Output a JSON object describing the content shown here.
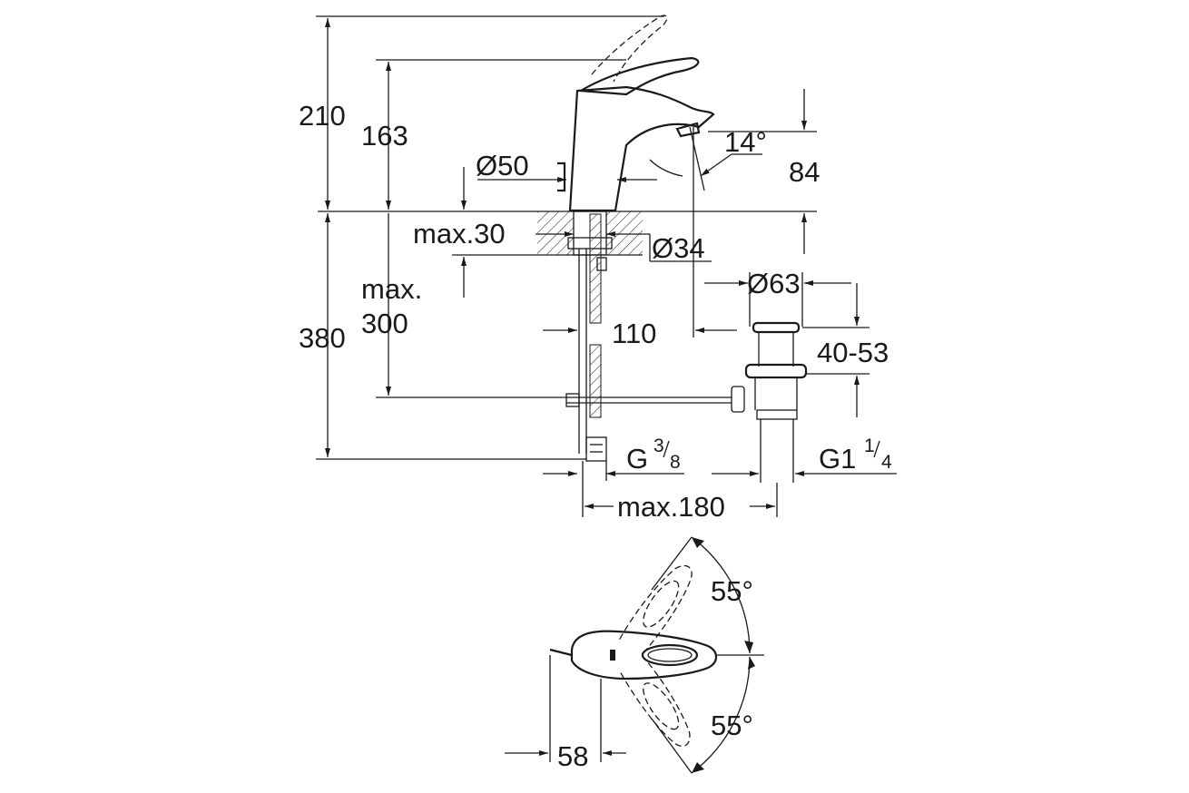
{
  "dimensions": {
    "overall_height": "210",
    "handle_height": "163",
    "base_diameter": "Ø50",
    "spout_angle": "14°",
    "spout_height": "84",
    "deck_thickness": "max.30",
    "hole_diameter": "Ø34",
    "waste_diameter": "Ø63",
    "hose_length_line1": "max.",
    "hose_length_line2": "300",
    "below_deck_height": "380",
    "spout_reach": "110",
    "waste_adjust": "40-53",
    "supply_thread_prefix": "G",
    "supply_thread_num": "3",
    "supply_thread_den": "8",
    "waste_thread_prefix": "G1",
    "waste_thread_num": "1",
    "waste_thread_den": "4",
    "max_offset": "max.180",
    "swivel_angle_top": "55°",
    "swivel_angle_bottom": "55°",
    "plan_offset": "58"
  }
}
